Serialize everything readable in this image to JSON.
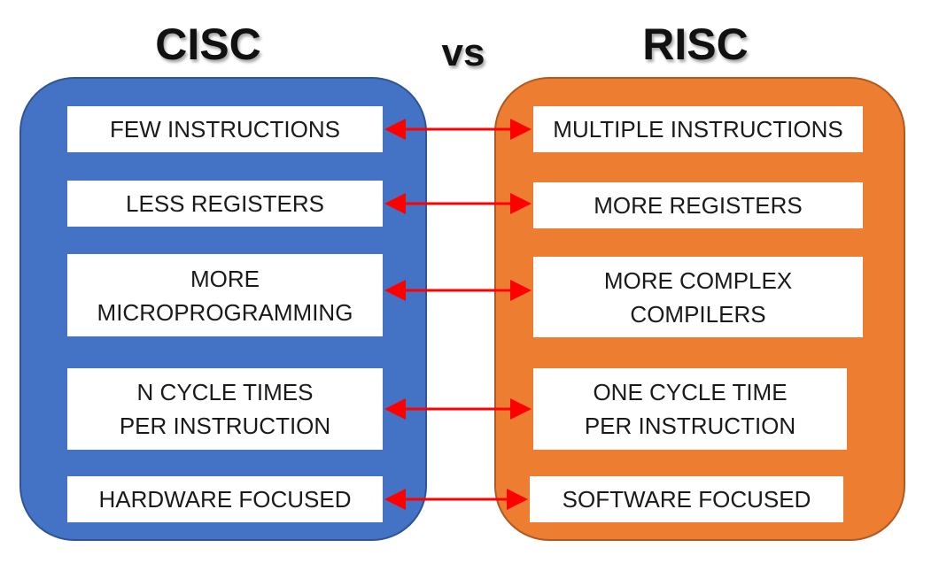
{
  "titles": {
    "left": "CISC",
    "vs": "vs",
    "right": "RISC"
  },
  "colors": {
    "cisc_panel": "#4472c4",
    "risc_panel": "#ed7d31",
    "arrow": "#ff0000",
    "box": "#ffffff"
  },
  "cisc": [
    "FEW INSTRUCTIONS",
    "LESS REGISTERS",
    "MORE\nMICROPROGRAMMING",
    "N CYCLE TIMES\nPER INSTRUCTION",
    "HARDWARE FOCUSED"
  ],
  "risc": [
    "MULTIPLE INSTRUCTIONS",
    "MORE REGISTERS",
    "MORE COMPLEX\nCOMPILERS",
    "ONE CYCLE TIME\nPER INSTRUCTION",
    "SOFTWARE FOCUSED"
  ]
}
